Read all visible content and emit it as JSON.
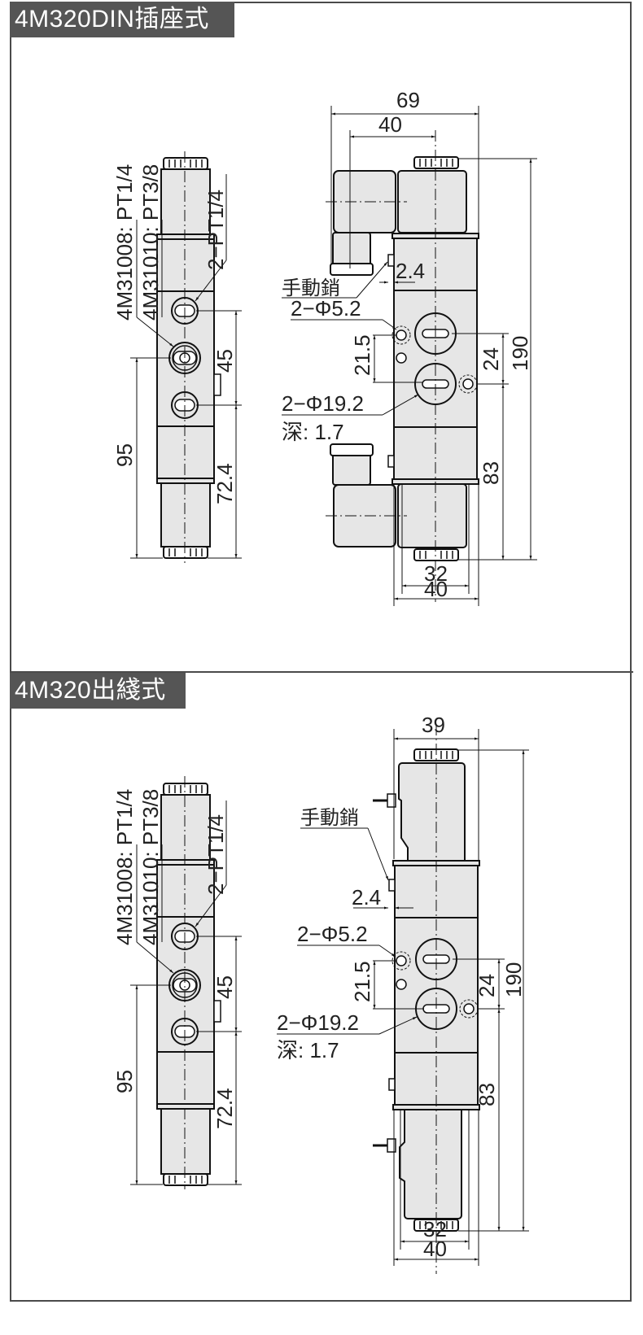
{
  "sections": [
    {
      "title": "4M320DIN插座式",
      "side_view": {
        "port_label_1": "4M31008:  PT1/4",
        "port_label_2": "4M31010:  PT3/8",
        "pilot_port": "2−PT1/4",
        "dim_port_pitch": "45",
        "dim_center_height": "95",
        "dim_lower": "72.4"
      },
      "front_view": {
        "dim_overall_width": "69",
        "dim_coil_offset": "40",
        "manual_pin_label": "手動銷",
        "dim_manual_pin": "2.4",
        "mount_holes": "2−Φ5.2",
        "dim_hole_pitch": "21.5",
        "dim_port_pitch": "24",
        "dim_overall_height": "190",
        "counterbore": "2−Φ19.2",
        "depth_label": "深:  1.7",
        "dim_lower": "83",
        "dim_base_inner": "32",
        "dim_base_outer": "40"
      }
    },
    {
      "title": "4M320出綫式",
      "side_view": {
        "port_label_1": "4M31008:  PT1/4",
        "port_label_2": "4M31010:  PT3/8",
        "pilot_port": "2−PT1/4",
        "dim_port_pitch": "45",
        "dim_center_height": "95",
        "dim_lower": "72.4"
      },
      "front_view": {
        "dim_overall_width": "39",
        "manual_pin_label": "手動銷",
        "dim_manual_pin": "2.4",
        "mount_holes": "2−Φ5.2",
        "dim_hole_pitch": "21.5",
        "dim_port_pitch": "24",
        "dim_overall_height": "190",
        "counterbore": "2−Φ19.2",
        "depth_label": "深:  1.7",
        "dim_lower": "83",
        "dim_base_inner": "32",
        "dim_base_outer": "40"
      }
    }
  ],
  "colors": {
    "header_bg": "#555555",
    "header_text": "#ffffff",
    "body_fill": "#e6e6e6",
    "line": "#111111",
    "frame": "#4a4a4a"
  }
}
